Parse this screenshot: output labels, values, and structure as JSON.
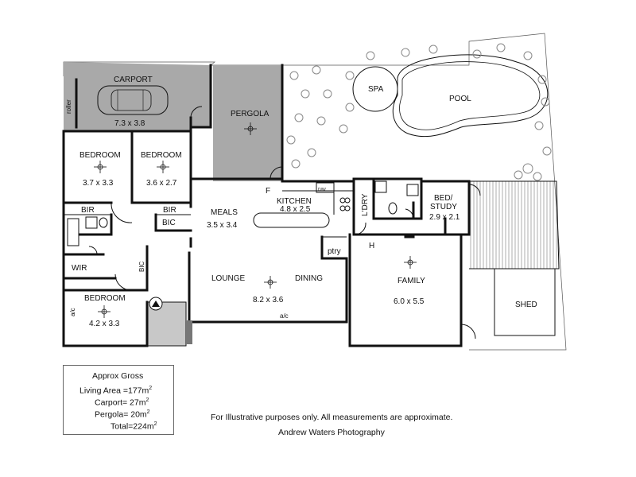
{
  "rooms": {
    "carport": {
      "name": "CARPORT",
      "size": "7.3 x 3.8"
    },
    "roller": "roller",
    "pergola": {
      "name": "PERGOLA"
    },
    "spa": "SPA",
    "pool": "POOL",
    "bedroom1": {
      "name": "BEDROOM",
      "size": "3.7 x 3.3"
    },
    "bedroom2": {
      "name": "BEDROOM",
      "size": "3.6 x 2.7"
    },
    "bedroom3": {
      "name": "BEDROOM",
      "size": "4.2 x 3.3"
    },
    "bir1": "BIR",
    "bir2": "BIR",
    "bic1": "BIC",
    "bic2": "BIC",
    "wir": "WIR",
    "ac1": "a/c",
    "ac2": "a/c",
    "meals": {
      "name": "MEALS",
      "size": "3.5 x 3.4"
    },
    "kitchen": {
      "name": "KITCHEN",
      "size": "4.8 x 2.5"
    },
    "f": "F",
    "dw": "D/W",
    "ldry": "L'DRY",
    "ptry": "ptry",
    "h": "H",
    "bedstudy": {
      "name1": "BED/",
      "name2": "STUDY",
      "size": "2.9 x 2.1"
    },
    "lounge": "LOUNGE",
    "dining": "DINING",
    "lounge_dining_size": "8.2 x 3.6",
    "family": {
      "name": "FAMILY",
      "size": "6.0 x 5.5"
    },
    "shed": "SHED"
  },
  "areas": {
    "title": "Approx Gross",
    "living": "Living Area =177m",
    "carport": "Carport= 27m",
    "pergola": "Pergola= 20m",
    "total": "Total=224m",
    "sup": "2"
  },
  "disclaimer": "For Illustrative purposes only. All measurements are approximate.",
  "credit": "Andrew Waters Photography",
  "colors": {
    "covered": "#a9a9a9",
    "wall": "#111111",
    "outline": "#666666",
    "tree": "#888888"
  },
  "icons": [
    "light-fixture-icon",
    "tree-icon",
    "car-icon",
    "door-swing-icon",
    "stair-arrow-icon"
  ]
}
